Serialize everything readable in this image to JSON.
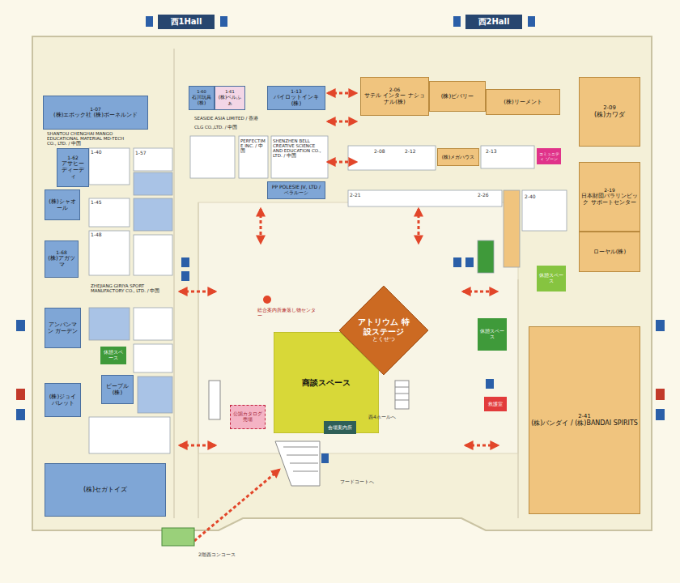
{
  "diagram": {
    "nodes": [
      {
        "text": [
          "西1Hall"
        ]
      },
      {
        "text": [
          "西2Hall"
        ]
      },
      {
        "text": [
          "1-07",
          "(株)エポック社 (株)ボーネルンド"
        ]
      },
      {
        "text": [
          "1-60",
          "石川玩具(株)"
        ]
      },
      {
        "text": [
          "1-61",
          "(株)ベルふぁ"
        ]
      },
      {
        "text": [
          "1-13",
          "パイロットインキ(株)"
        ]
      },
      {
        "text": [
          "1-62",
          "アサヒー ディーディ"
        ]
      },
      {
        "text": [
          "(株)シャオール"
        ]
      },
      {
        "text": [
          "1-68",
          "(株)アガツマ"
        ]
      },
      {
        "text": [
          "アンパンマン ガーデン"
        ]
      },
      {
        "text": [
          "ピープル(株)"
        ]
      },
      {
        "text": [
          "(株)ジョイパレット"
        ]
      },
      {
        "text": [
          "(株)セガトイズ"
        ]
      },
      {
        "text": [
          "PP POLESIE JV, LTD / ベラルーシ"
        ]
      },
      {
        "text": [
          "2-06",
          "サテル インター ナショナル(株)"
        ]
      },
      {
        "text": [
          "(株)ビバリー"
        ]
      },
      {
        "text": [
          "(株)リーメント"
        ]
      },
      {
        "text": [
          "2-09",
          "(株)カワダ"
        ]
      },
      {
        "text": [
          "(株)メガハウス"
        ]
      },
      {
        "text": [
          "コミュニティ ゾーン"
        ]
      },
      {
        "text": [
          "2-19",
          "日本財団パラリンピック サポートセンター"
        ]
      },
      {
        "text": [
          "ローヤル(株)"
        ]
      },
      {
        "text": [
          "休憩スペース"
        ]
      },
      {
        "text": [
          "アトリウム 特設ステージ",
          "とくせつ"
        ]
      },
      {
        "text": [
          "休憩スペース"
        ]
      },
      {
        "text": [
          "休憩スペース"
        ]
      },
      {
        "text": [
          "商談スペース"
        ]
      },
      {
        "text": [
          "2-41",
          "(株)バンダイ / (株)BANDAI SPIRITS"
        ]
      },
      {
        "text": [
          "救護室"
        ]
      },
      {
        "text": [
          "公認カタログ売場"
        ]
      },
      {
        "text": [
          "会場案内所"
        ]
      }
    ],
    "labels": [
      "総合案内所兼落し物センター",
      "西4ホールへ",
      "フードコートへ",
      "2階西コンコース",
      "1-40",
      "1-45",
      "1-48",
      "1-57",
      "2-08",
      "2-12",
      "2-13",
      "2-21",
      "2-26",
      "2-40",
      "SHANTOU CHENGHAI MANGO EDUCATIONAL MATERIAL MD-TECH CO., LTD. / 中国",
      "SEASIDE ASIA LIMITED / 香港",
      "CLG CO.,LTD. / 中国",
      "PERFECTIME INC. / 中国",
      "SHENZHEN BELL CREATIVE SCIENCE AND EDUCATION CO., LTD. / 中国",
      "ZHEJIANG GIRIYA SPORT MANUFACTORY CO., LTD. / 中国"
    ]
  }
}
